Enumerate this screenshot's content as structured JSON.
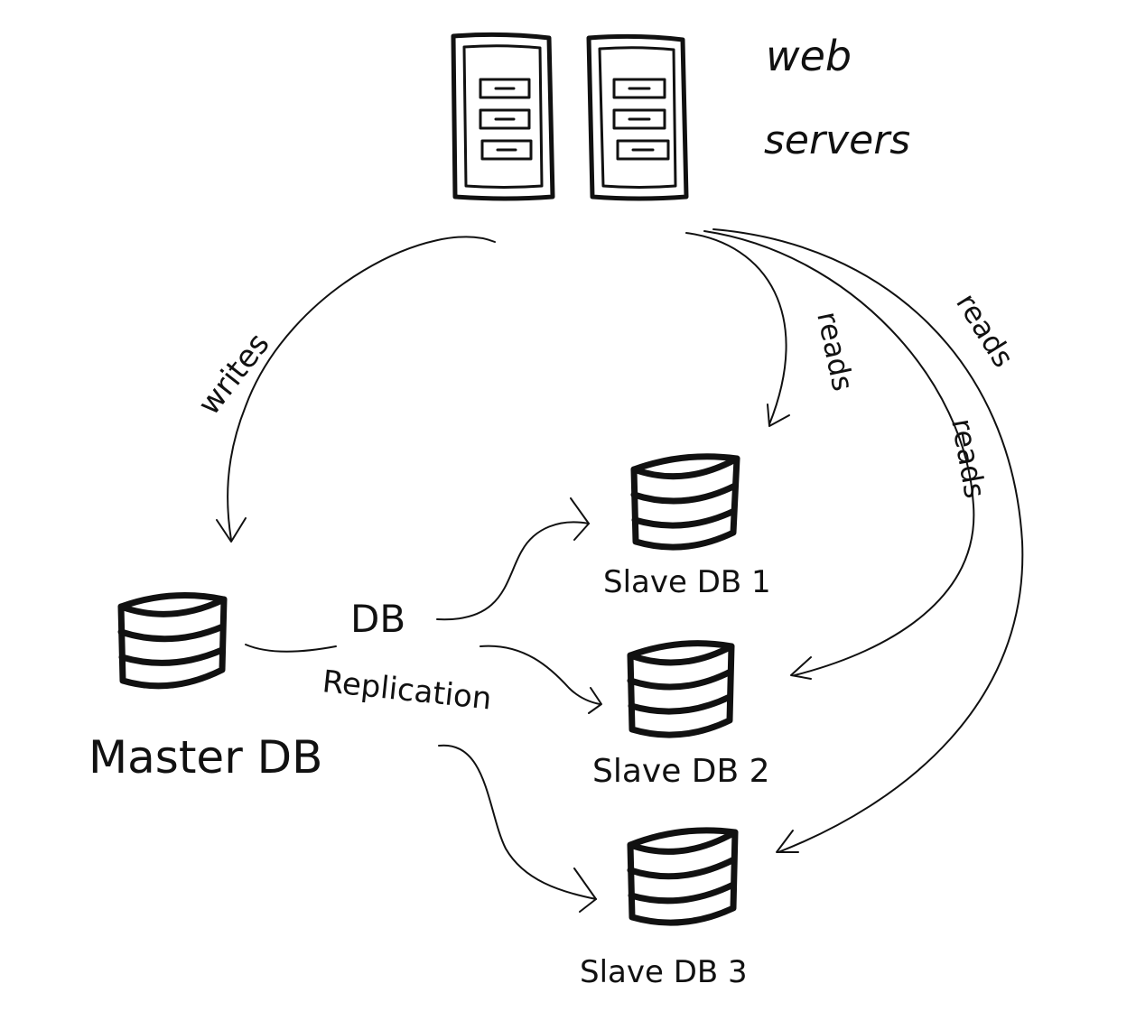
{
  "diagram": {
    "web_servers": {
      "label_line1": "web",
      "label_line2": "servers"
    },
    "master": {
      "label": "Master DB"
    },
    "slaves": [
      {
        "label": "Slave DB 1"
      },
      {
        "label": "Slave DB 2"
      },
      {
        "label": "Slave DB 3"
      }
    ],
    "replication": {
      "label_line1": "DB",
      "label_line2": "Replication"
    },
    "edges": {
      "writes_label": "writes",
      "reads_label_1": "reads",
      "reads_label_2": "reads",
      "reads_label_3": "reads"
    },
    "ink_color": "#111111"
  }
}
